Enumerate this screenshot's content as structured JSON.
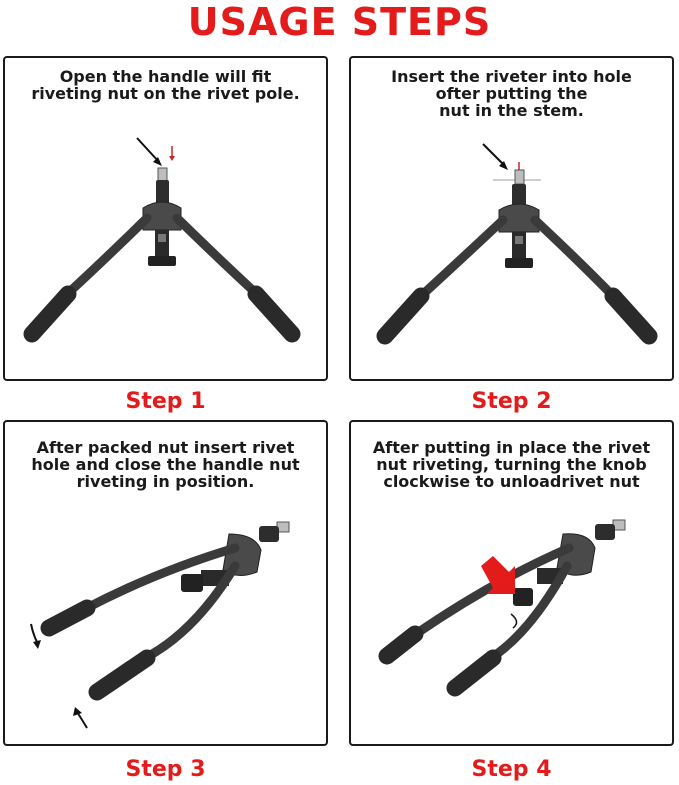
{
  "title": "USAGE STEPS",
  "steps": [
    {
      "label": "Step 1",
      "text": "Open the handle will fit\nriveting nut on the rivet pole."
    },
    {
      "label": "Step 2",
      "text": "Insert the riveter into hole\nofter putting the\nnut in the stem."
    },
    {
      "label": "Step 3",
      "text": "After packed nut insert rivet\nhole and close the handle nut\nriveting in position."
    },
    {
      "label": "Step 4",
      "text": "After putting in place the rivet\nnut riveting, turning the knob\nclockwise to unloadrivet nut"
    }
  ],
  "colors": {
    "accent": "#e31b1b",
    "text": "#1a1a1a",
    "tool": "#3a3a3a"
  }
}
